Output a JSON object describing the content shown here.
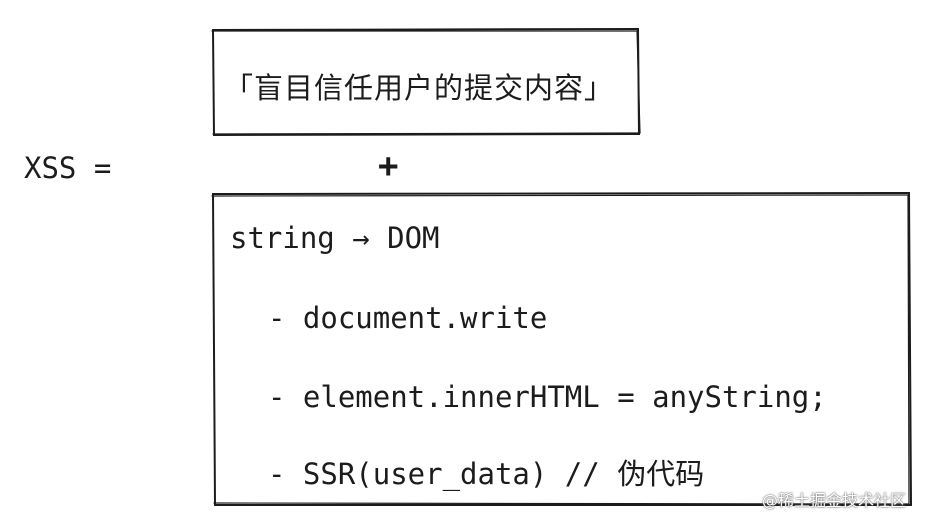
{
  "equation": {
    "lhs": "XSS =",
    "operator": "+"
  },
  "top_box": {
    "text": "「盲目信任用户的提交内容」"
  },
  "bottom_box": {
    "lines": [
      "string → DOM",
      "- document.write",
      "- element.innerHTML = anyString;",
      "- SSR(user_data) // 伪代码"
    ]
  },
  "watermark": "@稀土掘金技术社区",
  "colors": {
    "ink": "#1c1c1c",
    "background": "#ffffff"
  }
}
